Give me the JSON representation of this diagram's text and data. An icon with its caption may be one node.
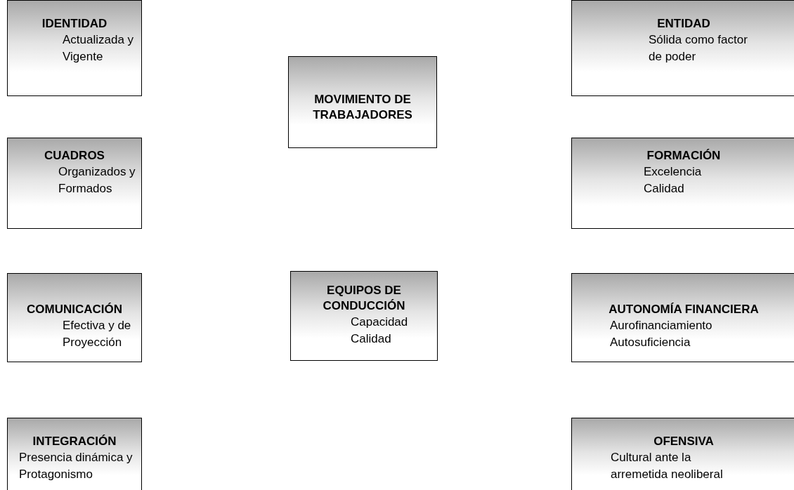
{
  "diagram": {
    "nodes": [
      {
        "text": [
          "IDENTIDAD",
          "Actualizada y Vigente"
        ]
      },
      {
        "text": [
          "MOVIMIENTO DE TRABAJADORES"
        ]
      },
      {
        "text": [
          "ENTIDAD",
          "Sólida como factor de poder"
        ]
      },
      {
        "text": [
          "CUADROS",
          "Organizados y Formados"
        ]
      },
      {
        "text": [
          "FORMACIÓN",
          "Excelencia Calidad"
        ]
      },
      {
        "text": [
          "COMUNICACIÓN",
          "Efectiva y de Proyección"
        ]
      },
      {
        "text": [
          "EQUIPOS DE CONDUCCIÓN",
          "Capacidad Calidad"
        ]
      },
      {
        "text": [
          "AUTONOMÍA FINANCIERA",
          "Aurofinanciamiento Autosuficiencia"
        ]
      },
      {
        "text": [
          "INTEGRACIÓN",
          "Presencia dinámica y Protagonismo"
        ]
      },
      {
        "text": [
          "OFENSIVA",
          "Cultural ante la arremetida neoliberal"
        ]
      }
    ]
  }
}
